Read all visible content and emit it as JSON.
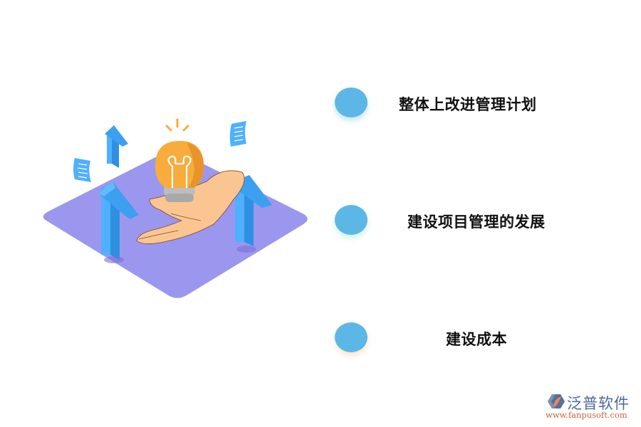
{
  "items": [
    {
      "label": "整体上改进管理计划",
      "dot_color": "#5db7e6"
    },
    {
      "label": "建设项目管理的发展",
      "dot_color": "#5db7e6"
    },
    {
      "label": "建设成本",
      "dot_color": "#5db7e6"
    }
  ],
  "illustration": {
    "description": "isometric hand holding lightbulb with upward arrows and floating documents",
    "platform_color": "#9b97ee",
    "arrow_color": "#4aa8f5",
    "bulb_color": "#f8ac3c",
    "hand_color": "#fbc592"
  },
  "logo": {
    "brand": "泛普软件",
    "url": "www.fanpusoft.com",
    "brand_color": "#4a6a96",
    "url_color": "#c4643f"
  }
}
